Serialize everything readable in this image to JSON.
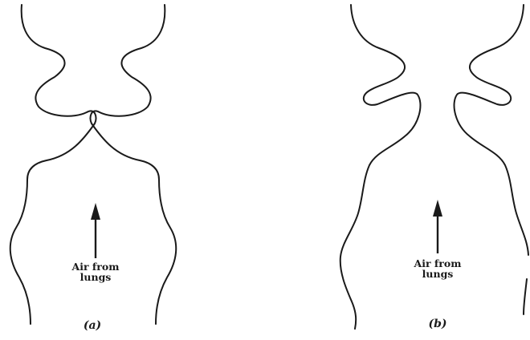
{
  "panels": [
    {
      "id": "a",
      "state": "closed",
      "air_label_line1": "Air from",
      "air_label_line2": "lungs",
      "panel_label": "(a)"
    },
    {
      "id": "b",
      "state": "open",
      "air_label_line1": "Air from",
      "air_label_line2": "lungs",
      "panel_label": "(b)"
    }
  ],
  "colors": {
    "stroke": "#1a1a1a",
    "background": "#ffffff"
  }
}
